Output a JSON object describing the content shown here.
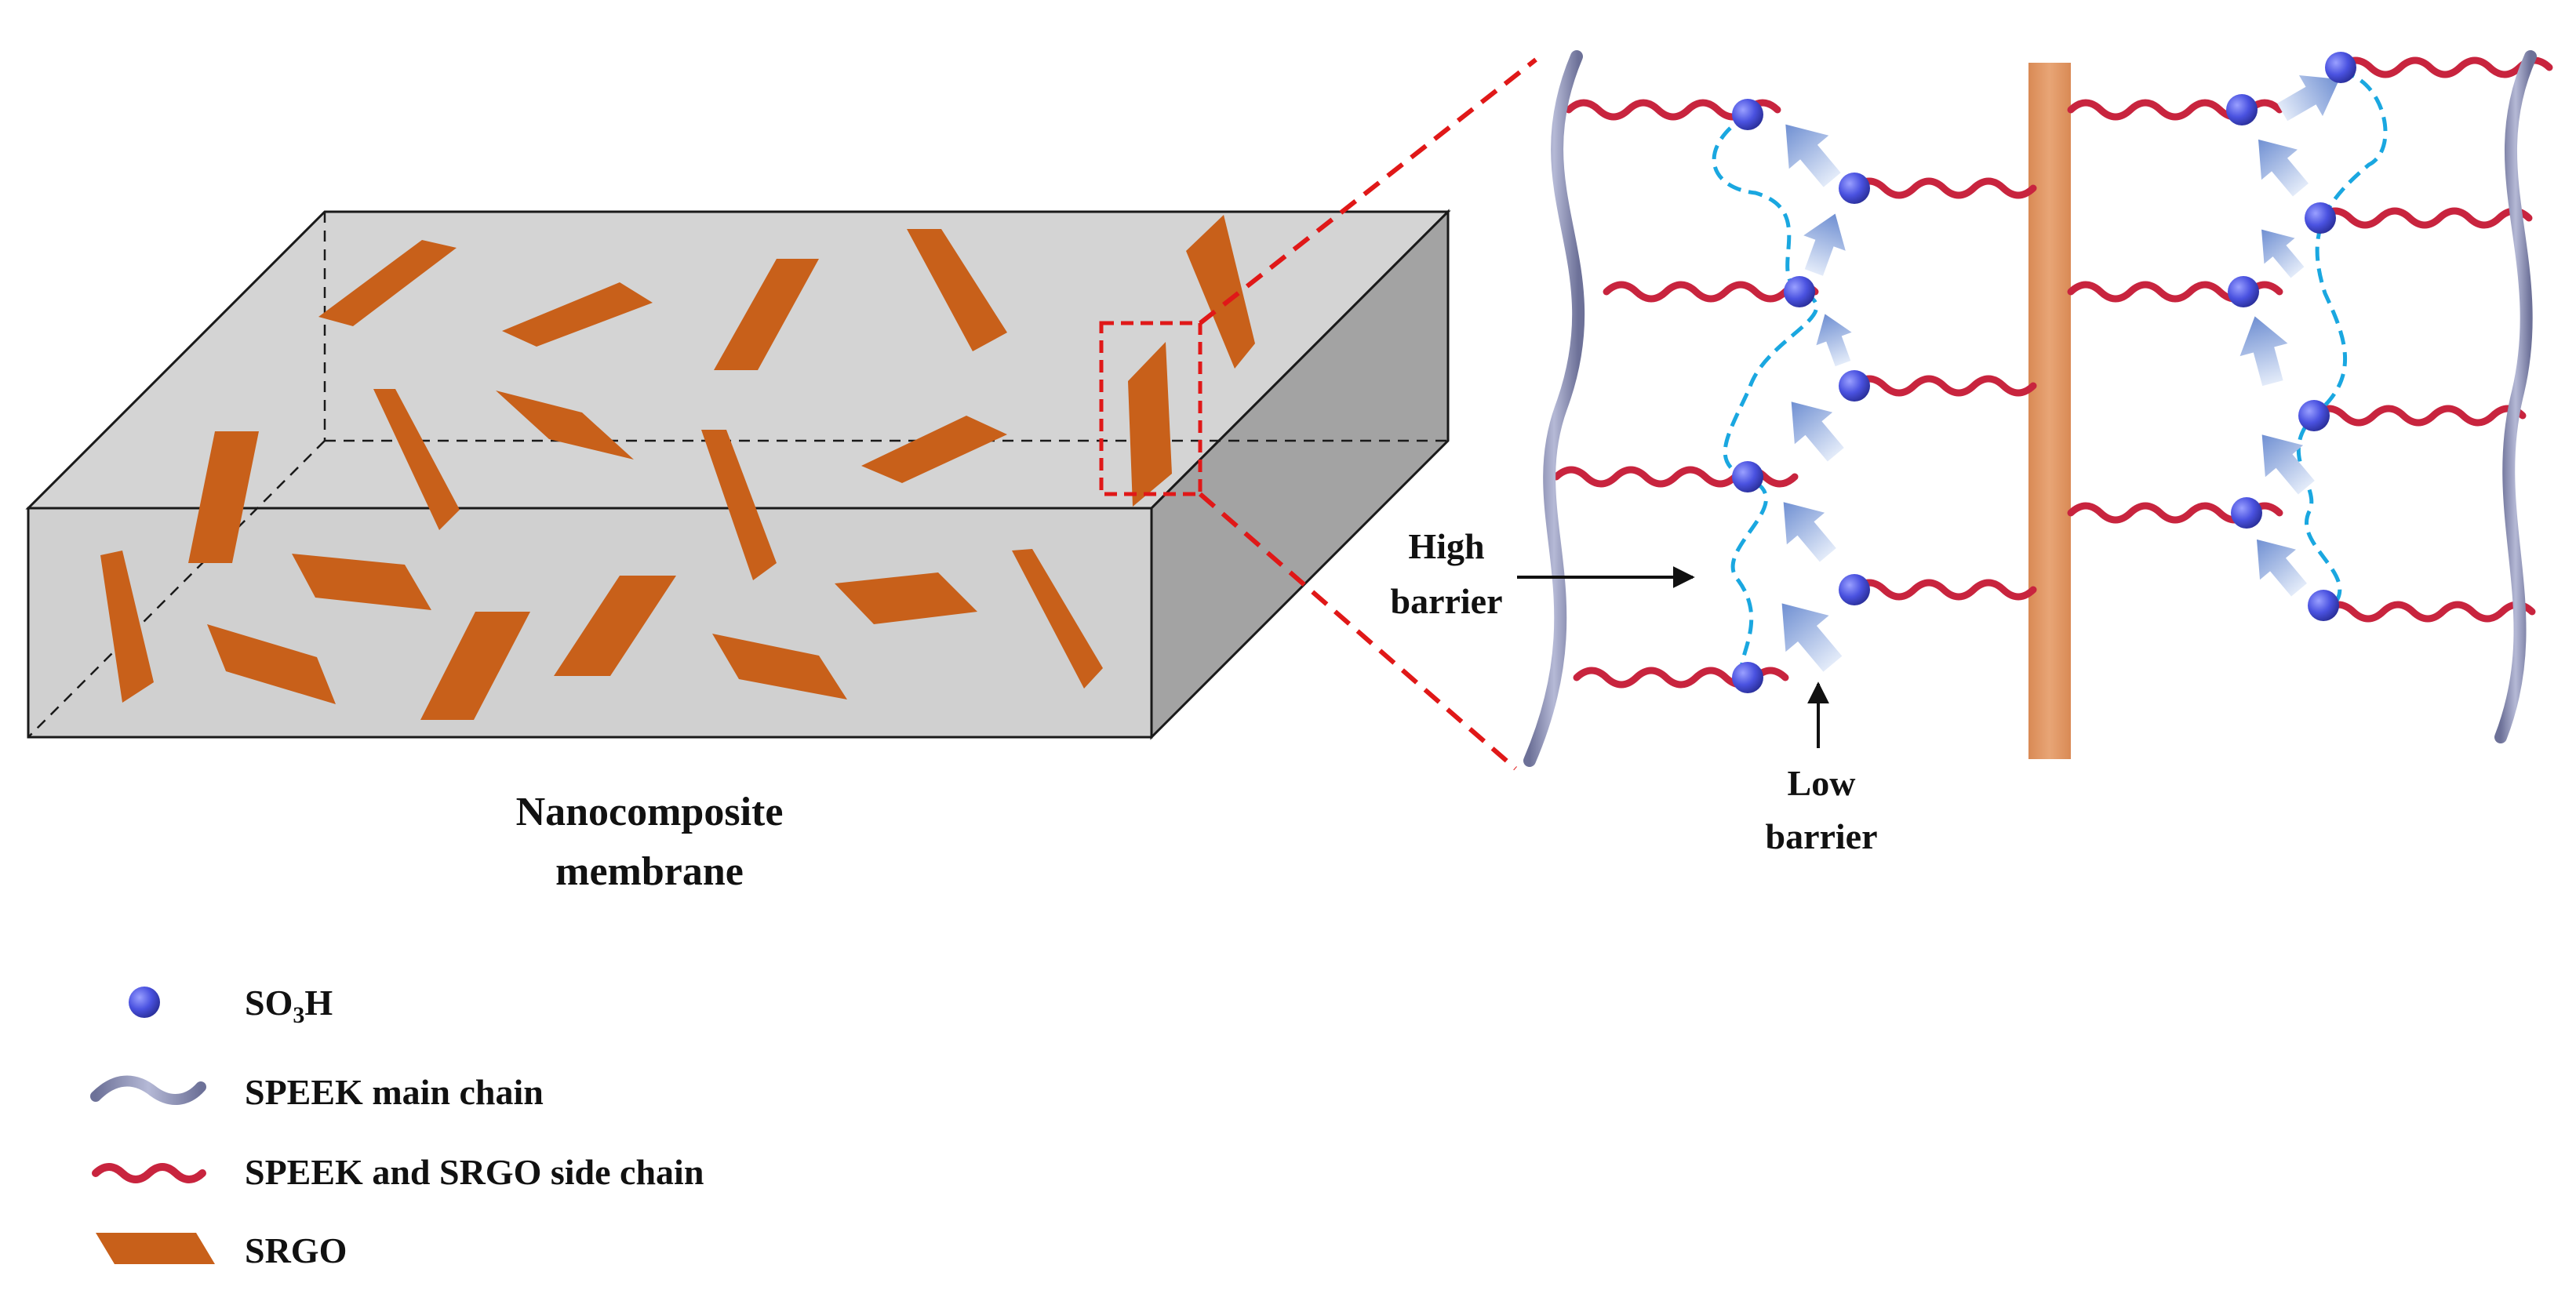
{
  "labels": {
    "membrane_line1": "Nanocomposite",
    "membrane_line2": "membrane",
    "high_barrier_line1": "High",
    "high_barrier_line2": "barrier",
    "low_barrier_line1": "Low",
    "low_barrier_line2": "barrier"
  },
  "legend": {
    "so3h_main": "SO",
    "so3h_sub": "3",
    "so3h_tail": "H",
    "main_chain": "SPEEK main chain",
    "side_chain": "SPEEK and SRGO side chain",
    "srgo": "SRGO"
  },
  "colors": {
    "membrane_top": "#d4d4d4",
    "membrane_front": "#d0d0d0",
    "membrane_side": "#a3a3a3",
    "srgo": "#c8601a",
    "sheet": "#e29a66",
    "main_chain": "#8e93b8",
    "side_chain": "#c8243e",
    "so3h": "#4a52e0",
    "pathway": "#1aa7e0",
    "arrow": "#7c9bd8",
    "zoom_box": "#e01818"
  }
}
